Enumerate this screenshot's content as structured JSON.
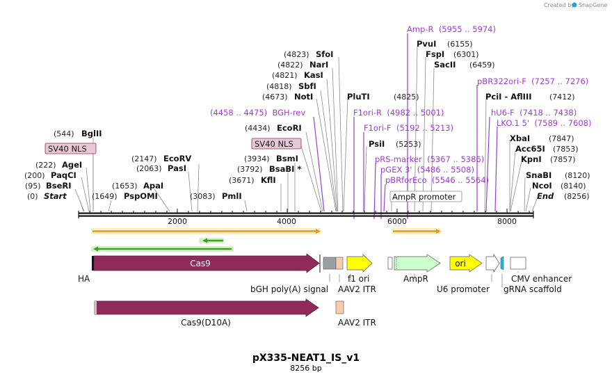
{
  "credit": {
    "prefix": "Created by",
    "brand": "SnapGene"
  },
  "plasmid": {
    "name": "pX335-NEAT1_IS_v1",
    "length": "8256 bp"
  },
  "ruler": {
    "ticks": [
      "2000",
      "4000",
      "6000",
      "8000"
    ]
  },
  "sites_left": [
    {
      "num": "(0)",
      "name": "Start",
      "italic": true
    },
    {
      "num": "(95)",
      "name": "BseRI"
    },
    {
      "num": "(200)",
      "name": "PaqCI"
    },
    {
      "num": "(222)",
      "name": "AgeI"
    },
    {
      "num": "(544)",
      "name": "BglII"
    },
    {
      "num": "(1649)",
      "name": "PspOMI"
    },
    {
      "num": "(1653)",
      "name": "ApaI"
    },
    {
      "num": "(2063)",
      "name": "PasI"
    },
    {
      "num": "(2147)",
      "name": "EcoRV"
    },
    {
      "num": "(3083)",
      "name": "PmlI"
    },
    {
      "num": "(3671)",
      "name": "KflI"
    },
    {
      "num": "(3792)",
      "name": "BsaBI *"
    },
    {
      "num": "(3934)",
      "name": "BsmI"
    },
    {
      "num": "(4434)",
      "name": "EcoRI"
    },
    {
      "num": "(4673)",
      "name": "NotI"
    },
    {
      "num": "(4818)",
      "name": "SbfI"
    },
    {
      "num": "(4821)",
      "name": "KasI"
    },
    {
      "num": "(4822)",
      "name": "NarI"
    },
    {
      "num": "(4823)",
      "name": "SfoI"
    }
  ],
  "sites_right": [
    {
      "name": "PluTI",
      "num": "(4825)"
    },
    {
      "name": "PsiI",
      "num": "(5253)"
    },
    {
      "name": "PvuI",
      "num": "(6155)"
    },
    {
      "name": "FspI",
      "num": "(6301)"
    },
    {
      "name": "SacII",
      "num": "(6459)"
    },
    {
      "name": "PciI - AflIII",
      "num": "(7412)"
    },
    {
      "name": "XbaI",
      "num": "(7847)"
    },
    {
      "name": "Acc65I",
      "num": "(7853)"
    },
    {
      "name": "KpnI",
      "num": "(7857)"
    },
    {
      "name": "SnaBI",
      "num": "(8120)"
    },
    {
      "name": "NcoI",
      "num": "(8140)"
    },
    {
      "name": "End",
      "num": "(8256)",
      "italic": true
    }
  ],
  "primers": [
    {
      "label": "(4458 .. 4475)  BGH-rev"
    },
    {
      "label": "F1ori-R  (4982 .. 5001)"
    },
    {
      "label": "F1ori-F  (5192 .. 5213)"
    },
    {
      "label": "pRS-marker  (5367 .. 5386)"
    },
    {
      "label": "pGEX 3'  (5486 .. 5508)"
    },
    {
      "label": "pBRforEco  (5546 .. 5564)"
    },
    {
      "label": "Amp-R  (5955 .. 5974)"
    },
    {
      "label": "pBR322ori-F  (7257 .. 7276)"
    },
    {
      "label": "hU6-F  (7418 .. 7438)"
    },
    {
      "label": "LKO.1 5'  (7589 .. 7608)"
    }
  ],
  "boxed_labels": {
    "sv40_left": "SV40 NLS",
    "sv40_mid": "SV40 NLS",
    "ampr_promoter": "AmpR promoter"
  },
  "features": {
    "cas9": "Cas9",
    "ori": "ori",
    "ha": "HA",
    "bgh": "bGH poly(A) signal",
    "f1ori": "f1 ori",
    "aav2_itr": "AAV2 ITR",
    "ampr": "AmpR",
    "u6": "U6 promoter",
    "grna": "gRNA scaffold",
    "cmv": "CMV enhancer",
    "cas9_d10a": "Cas9(D10A)",
    "aav2_itr_2": "AAV2 ITR"
  },
  "colors": {
    "cas9": "#8e2b5a",
    "yellow": "#ffff00",
    "ampr": "#ccffcc",
    "orf_orange": "#e59a1c",
    "orf_green": "#3aa41e",
    "primer": "#a03ad6",
    "itr": "#f6ccaa",
    "grey": "#9b9ea3",
    "cyan": "#22b6d9"
  }
}
